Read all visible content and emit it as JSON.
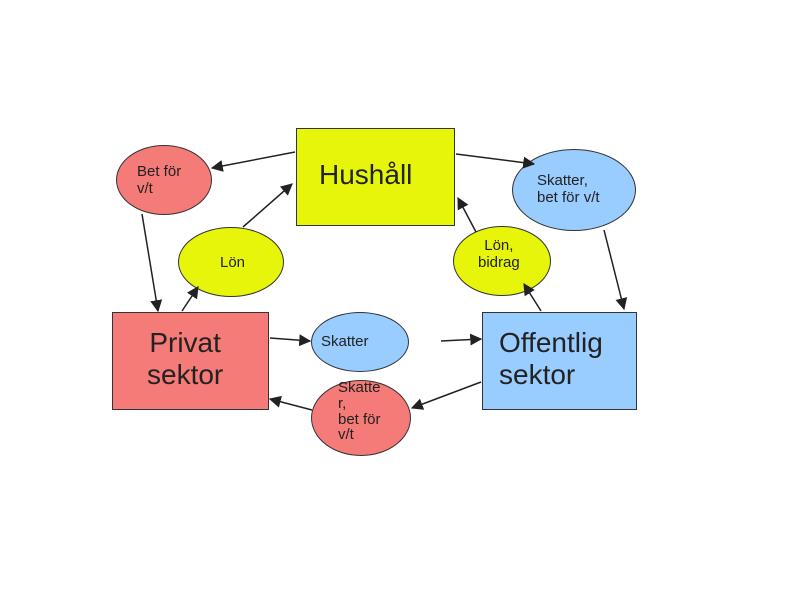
{
  "colors": {
    "hushall_fill": "#e6f50a",
    "privat_fill": "#f47b78",
    "offentlig_fill": "#99ccff",
    "yellow_ellipse": "#e6f50a",
    "blue_ellipse": "#99ccff",
    "red_ellipse": "#f47b78",
    "arrow": "#222222"
  },
  "nodes": {
    "hushall": "Hushåll",
    "privat_sektor": "Privat\nsektor",
    "offentlig_sektor": "Offentlig\nsektor",
    "bet_for_vt": "Bet för\nv/t",
    "skatter_bet_for_vt": "Skatter,\nbet för v/t",
    "lon": "Lön",
    "lon_bidrag": "Lön,\nbidrag",
    "skatter": "Skatter",
    "skatter_bet_for_vt_bottom": "Skatte\nr,\nbet för\nv/t"
  }
}
